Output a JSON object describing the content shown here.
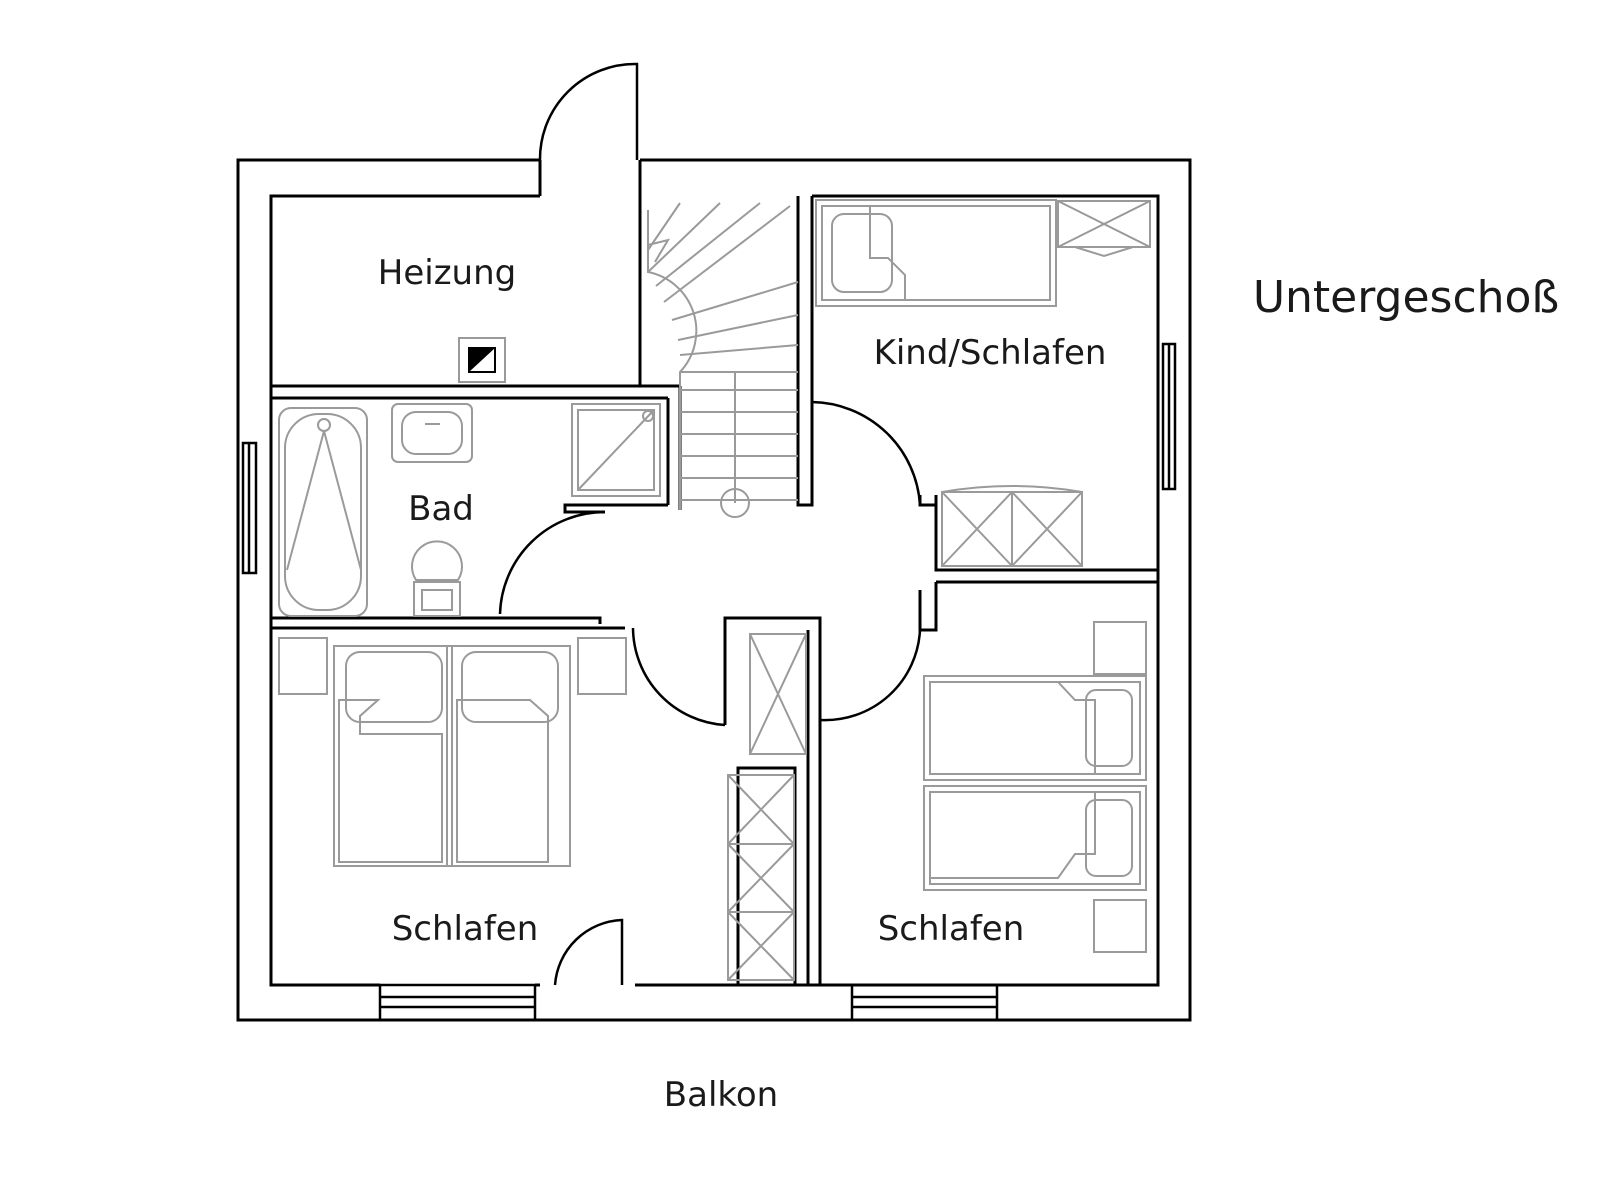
{
  "floor_title": "Untergeschoß",
  "rooms": {
    "heizung": "Heizung",
    "bad": "Bad",
    "kind_schlafen": "Kind/Schlafen",
    "schlafen_left": "Schlafen",
    "schlafen_right": "Schlafen",
    "balkon": "Balkon"
  }
}
